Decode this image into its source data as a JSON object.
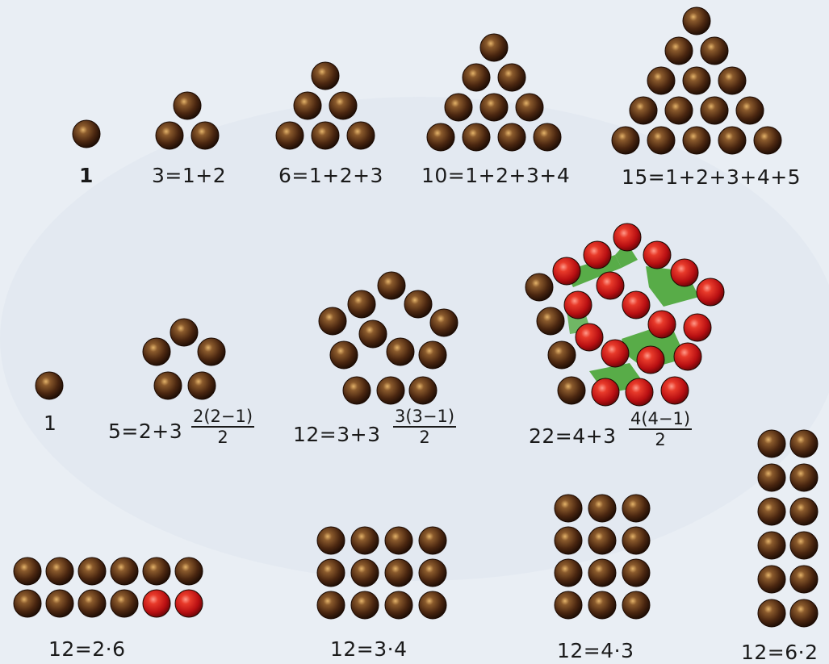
{
  "colors": {
    "background": "#e9eef4",
    "bead_brown": "#5a3417",
    "bead_red": "#d41a1a",
    "highlight_green": "#3fa12a",
    "text": "#1a1a1a"
  },
  "rows": {
    "triangular": {
      "labels": [
        "1",
        "3=1+2",
        "6=1+2+3",
        "10=1+2+3+4",
        "15=1+2+3+4+5"
      ],
      "counts": [
        1,
        3,
        6,
        10,
        15
      ]
    },
    "pentagonal": {
      "labels": [
        {
          "lhs": "1",
          "num": "",
          "den": ""
        },
        {
          "lhs": "5=2+3",
          "num": "2(2−1)",
          "den": "2"
        },
        {
          "lhs": "12=3+3",
          "num": "3(3−1)",
          "den": "2"
        },
        {
          "lhs": "22=4+3",
          "num": "4(4−1)",
          "den": "2"
        }
      ],
      "counts": [
        1,
        5,
        12,
        22
      ]
    },
    "rectangular": {
      "labels": [
        "12=2·6",
        "12=3·4",
        "12=4·3",
        "12=6·2"
      ],
      "grids": [
        [
          2,
          6
        ],
        [
          3,
          4
        ],
        [
          4,
          3
        ],
        [
          6,
          2
        ]
      ]
    }
  }
}
